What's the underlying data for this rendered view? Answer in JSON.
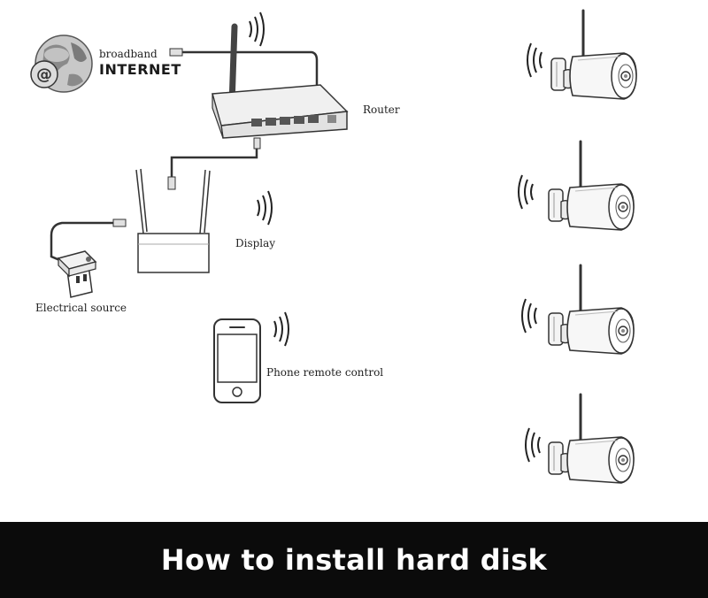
{
  "labels": {
    "broadband": "broadband",
    "internet": "INTERNET",
    "router": "Router",
    "display": "Display",
    "power": "Electrical source",
    "phone": "Phone remote control"
  },
  "banner": {
    "title": "How to install hard disk",
    "background": "#0b0b0b",
    "text_color": "#ffffff"
  },
  "icons": [
    "globe-icon",
    "router-icon",
    "display-nvr-icon",
    "power-adapter-icon",
    "smartphone-icon",
    "wifi-signal-icon",
    "bullet-camera-icon"
  ],
  "camera_count": 4
}
